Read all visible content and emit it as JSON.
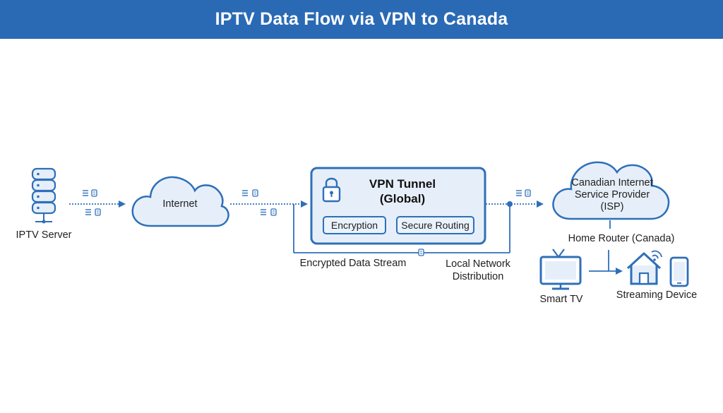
{
  "title": "IPTV Data Flow via VPN to Canada",
  "nodes": {
    "iptv_server": "IPTV Server",
    "internet": "Internet",
    "vpn_tunnel": "VPN Tunnel\n(Global)",
    "encryption": "Encryption",
    "secure_routing": "Secure Routing",
    "isp": "Canadian Internet\nService Provider\n(ISP)",
    "home_router": "Home Router (Canada)",
    "smart_tv": "Smart TV",
    "streaming_device": "Streaming Device"
  },
  "edge_labels": {
    "encrypted_stream": "Encrypted Data Stream",
    "local_network": "Local Network\nDistribution"
  },
  "colors": {
    "title_bar": "#2a6ab5",
    "stroke": "#2f6fb9",
    "fill": "#e6eff9"
  },
  "icons": [
    "server-icon",
    "cloud-icon",
    "lock-icon",
    "packet-icon",
    "tv-icon",
    "house-icon",
    "wifi-icon",
    "phone-icon"
  ]
}
